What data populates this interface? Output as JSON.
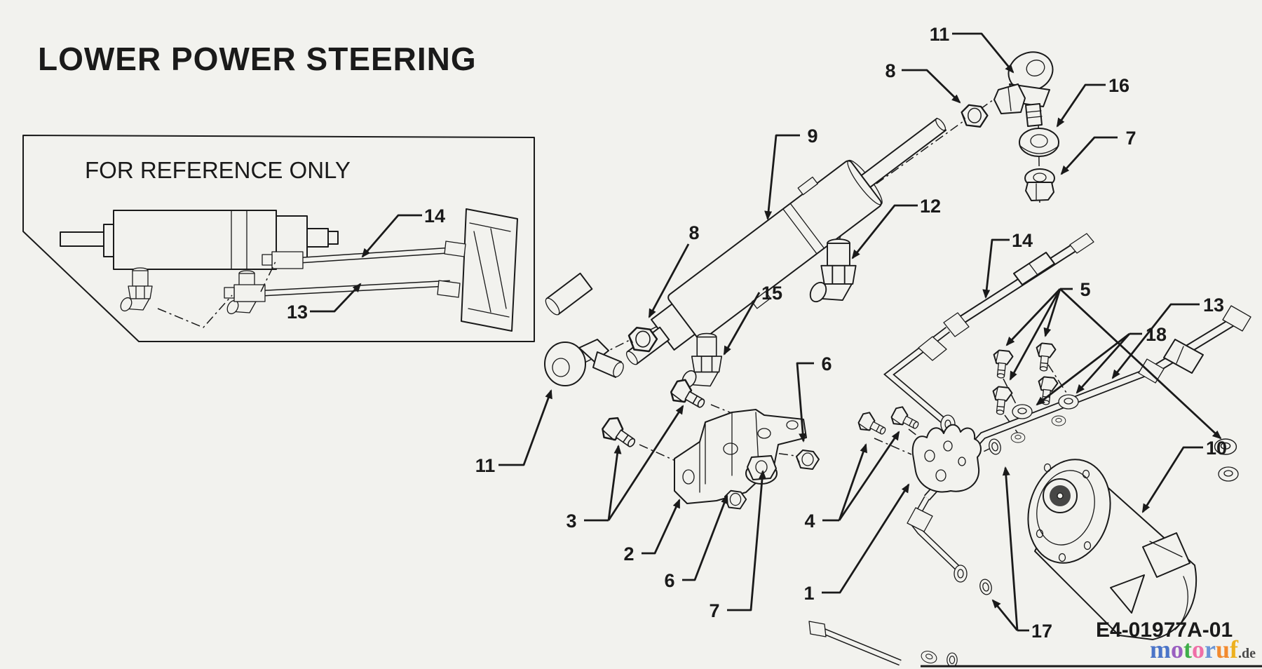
{
  "page": {
    "title": "LOWER POWER STEERING",
    "inset_note": "FOR REFERENCE ONLY",
    "part_number": "E4-01977A-01"
  },
  "watermark": {
    "letters": [
      {
        "ch": "m",
        "color": "#4a74c8"
      },
      {
        "ch": "o",
        "color": "#9a5fc0"
      },
      {
        "ch": "t",
        "color": "#3fae49"
      },
      {
        "ch": "o",
        "color": "#ef6fa7"
      },
      {
        "ch": "r",
        "color": "#6b95d6"
      },
      {
        "ch": "u",
        "color": "#f28a2e"
      },
      {
        "ch": "f",
        "color": "#edb01f"
      }
    ],
    "suffix": ".de",
    "suffix_color": "#4a4a4a"
  },
  "diagram": {
    "ink": "#1a1a1a",
    "background": "#f2f2ee",
    "callouts": [
      {
        "label": "11"
      },
      {
        "label": "8"
      },
      {
        "label": "16"
      },
      {
        "label": "7"
      },
      {
        "label": "9"
      },
      {
        "label": "12"
      },
      {
        "label": "14"
      },
      {
        "label": "8"
      },
      {
        "label": "15"
      },
      {
        "label": "5"
      },
      {
        "label": "13"
      },
      {
        "label": "18"
      },
      {
        "label": "6"
      },
      {
        "label": "11"
      },
      {
        "label": "3"
      },
      {
        "label": "2"
      },
      {
        "label": "6"
      },
      {
        "label": "7"
      },
      {
        "label": "4"
      },
      {
        "label": "1"
      },
      {
        "label": "17"
      },
      {
        "label": "10"
      },
      {
        "label": "14"
      },
      {
        "label": "13"
      }
    ]
  }
}
